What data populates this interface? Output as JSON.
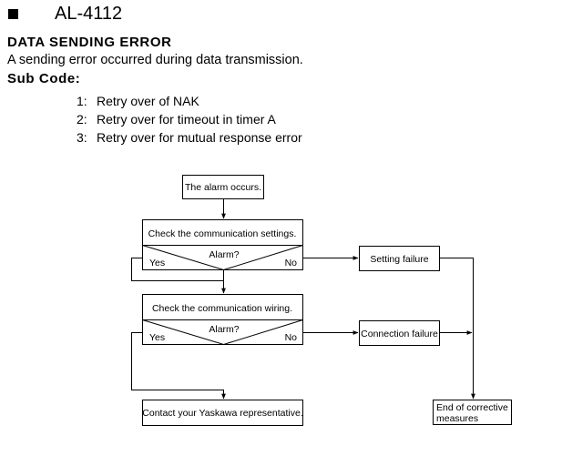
{
  "header": {
    "bullet_icon": "square-bullet-icon",
    "alarm_code": "AL-4112"
  },
  "error": {
    "title": "DATA SENDING ERROR",
    "description": "A sending error occurred during data transmission.",
    "sub_code_label": "Sub Code:"
  },
  "sub_codes": [
    {
      "num": "1:",
      "text": "Retry over of NAK"
    },
    {
      "num": "2:",
      "text": "Retry over for timeout in timer A"
    },
    {
      "num": "3:",
      "text": "Retry over for mutual response error"
    }
  ],
  "flowchart": {
    "start": "The alarm occurs.",
    "check1": "Check the communication settings.",
    "decision1": {
      "question": "Alarm?",
      "yes": "Yes",
      "no": "No"
    },
    "failure1": "Setting failure",
    "check2": "Check the communication wiring.",
    "decision2": {
      "question": "Alarm?",
      "yes": "Yes",
      "no": "No"
    },
    "failure2": "Connection failure",
    "contact": "Contact your Yaskawa representative.",
    "end_line1": "End of corrective",
    "end_line2": "measures"
  }
}
